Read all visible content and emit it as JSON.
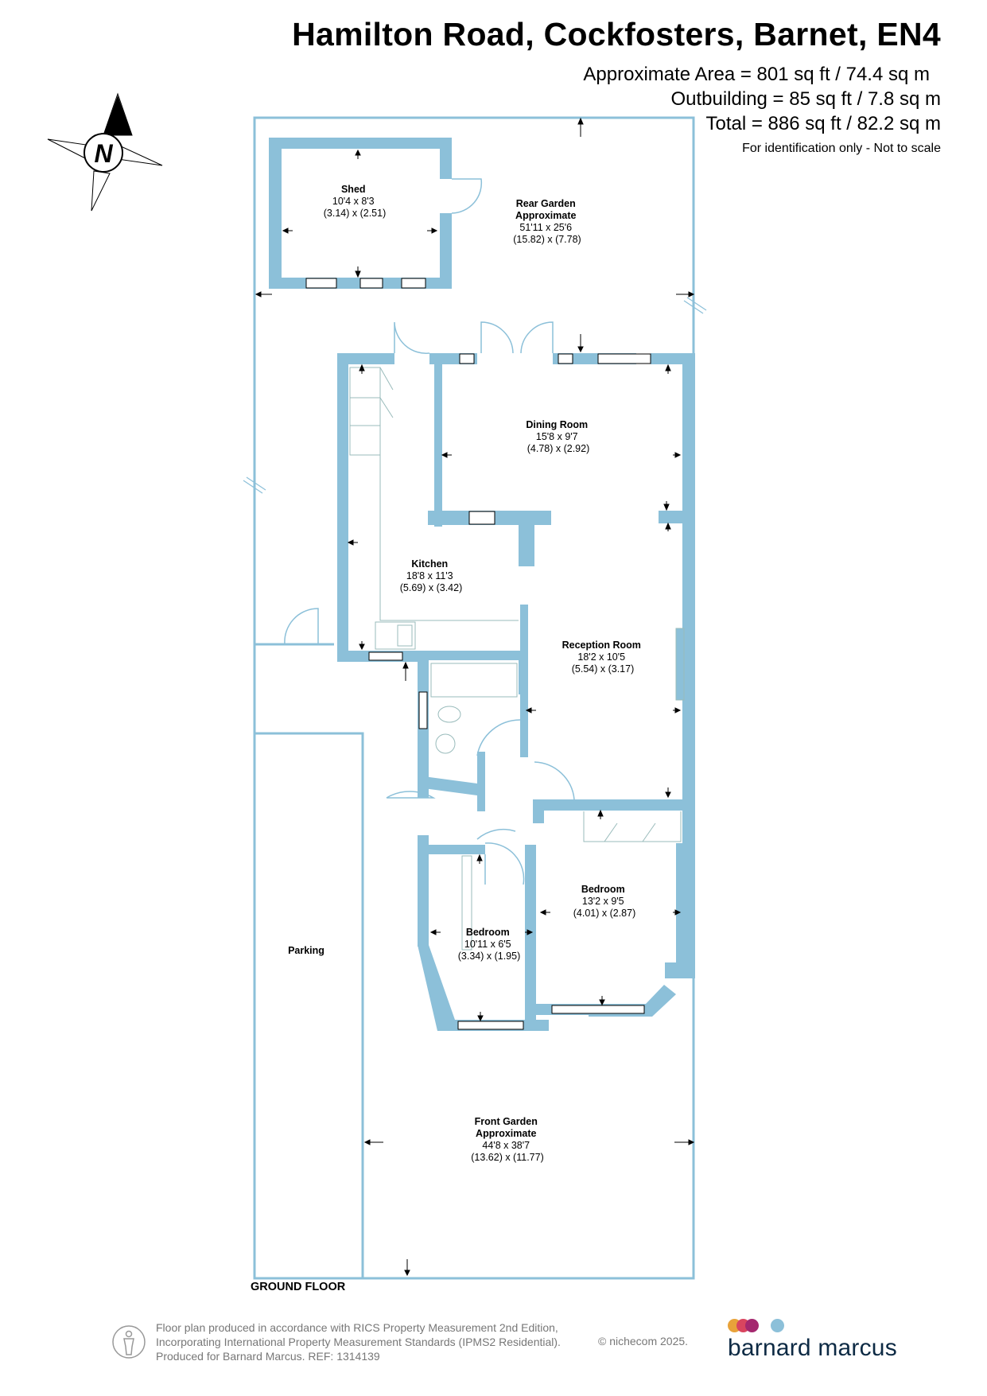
{
  "header": {
    "title": "Hamilton Road, Cockfosters, Barnet, EN4",
    "approx_area": "Approximate Area = 801 sq ft / 74.4 sq m",
    "outbuilding": "Outbuilding = 85 sq ft / 7.8 sq m",
    "total": "Total = 886 sq ft / 82.2 sq m",
    "identification": "For identification only - Not to scale"
  },
  "compass": {
    "label": "N",
    "icon": "compass-rose-icon"
  },
  "colors": {
    "wall": "#8cc0d9",
    "line": "#8cc0d9",
    "text": "#000000",
    "muted": "#777777",
    "brand": "#0d2a44"
  },
  "rooms": {
    "shed": {
      "name": "Shed",
      "imperial": "10'4 x 8'3",
      "metric": "(3.14) x (2.51)"
    },
    "rear_garden": {
      "name": "Rear Garden",
      "qualifier": "Approximate",
      "imperial": "51'11 x 25'6",
      "metric": "(15.82) x (7.78)"
    },
    "dining": {
      "name": "Dining Room",
      "imperial": "15'8 x 9'7",
      "metric": "(4.78) x (2.92)"
    },
    "kitchen": {
      "name": "Kitchen",
      "imperial": "18'8 x 11'3",
      "metric": "(5.69) x (3.42)"
    },
    "reception": {
      "name": "Reception Room",
      "imperial": "18'2 x 10'5",
      "metric": "(5.54) x (3.17)"
    },
    "bedroom_main": {
      "name": "Bedroom",
      "imperial": "13'2 x 9'5",
      "metric": "(4.01) x (2.87)"
    },
    "bedroom_small": {
      "name": "Bedroom",
      "imperial": "10'11 x 6'5",
      "metric": "(3.34) x (1.95)"
    },
    "parking": {
      "name": "Parking"
    },
    "front_garden": {
      "name": "Front Garden",
      "qualifier": "Approximate",
      "imperial": "44'8 x 38'7",
      "metric": "(13.62) x (11.77)"
    }
  },
  "floor_label": "GROUND FLOOR",
  "footer": {
    "line1": "Floor plan produced in accordance with RICS Property Measurement 2nd Edition,",
    "line2": "Incorporating International Property Measurement Standards (IPMS2 Residential).",
    "line3": "Produced for Barnard Marcus.   REF:  1314139",
    "copyright": "© nichecom 2025.",
    "brand": "barnard marcus",
    "brand_dot_colors": [
      "#e8a23a",
      "#d9455f",
      "#a4286f",
      "#8cc0d9"
    ]
  }
}
